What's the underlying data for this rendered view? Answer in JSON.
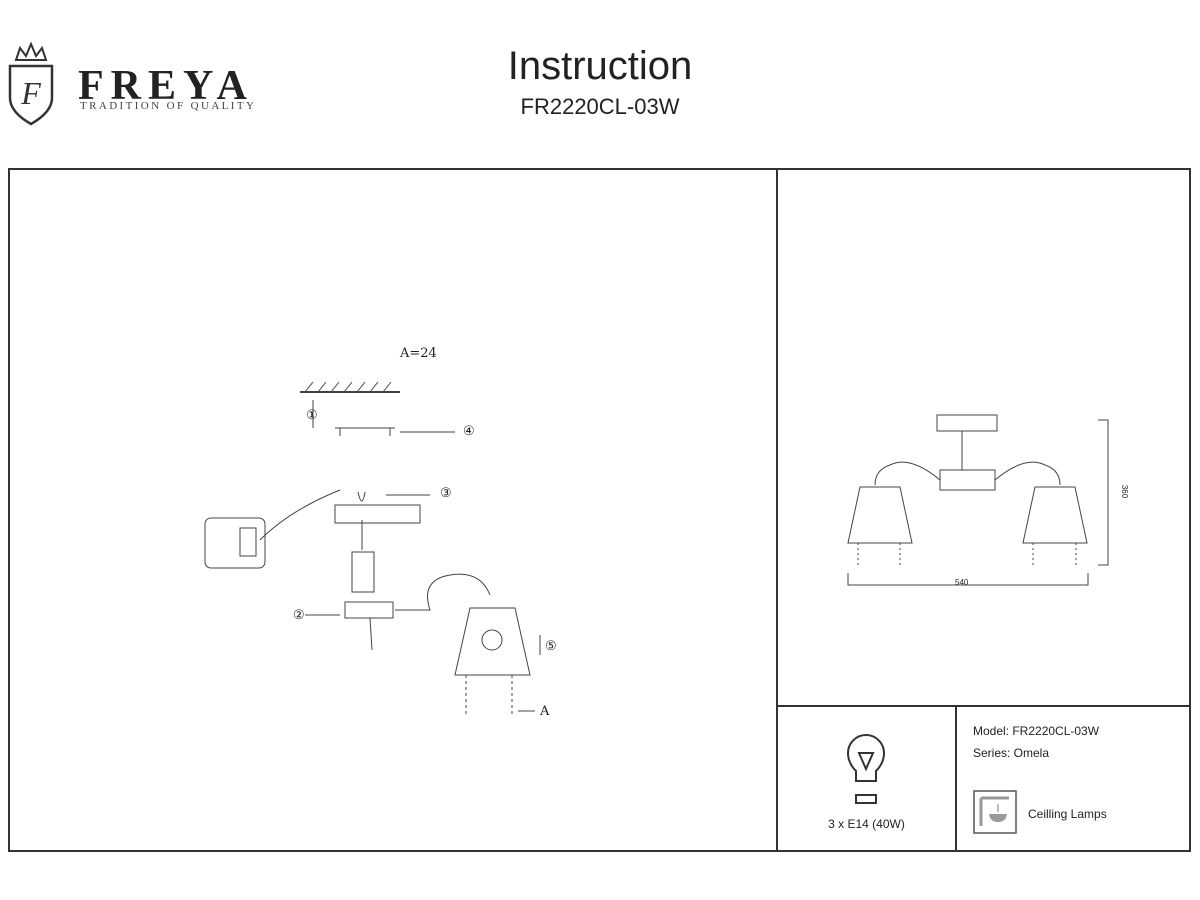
{
  "header": {
    "brand": "FREYA",
    "tagline": "TRADITION OF QUALITY",
    "title": "Instruction",
    "model_code": "FR2220CL-03W"
  },
  "diagram": {
    "spacing_label": "A=24",
    "callouts": [
      "①",
      "②",
      "③",
      "④",
      "⑤"
    ],
    "end_label": "A"
  },
  "dimensions": {
    "width": "540",
    "height": "360"
  },
  "specs": {
    "bulb": "3 x E14 (40W)",
    "model": "Model: FR2220CL-03W",
    "series": "Series: Omela",
    "category": "Ceilling Lamps"
  }
}
